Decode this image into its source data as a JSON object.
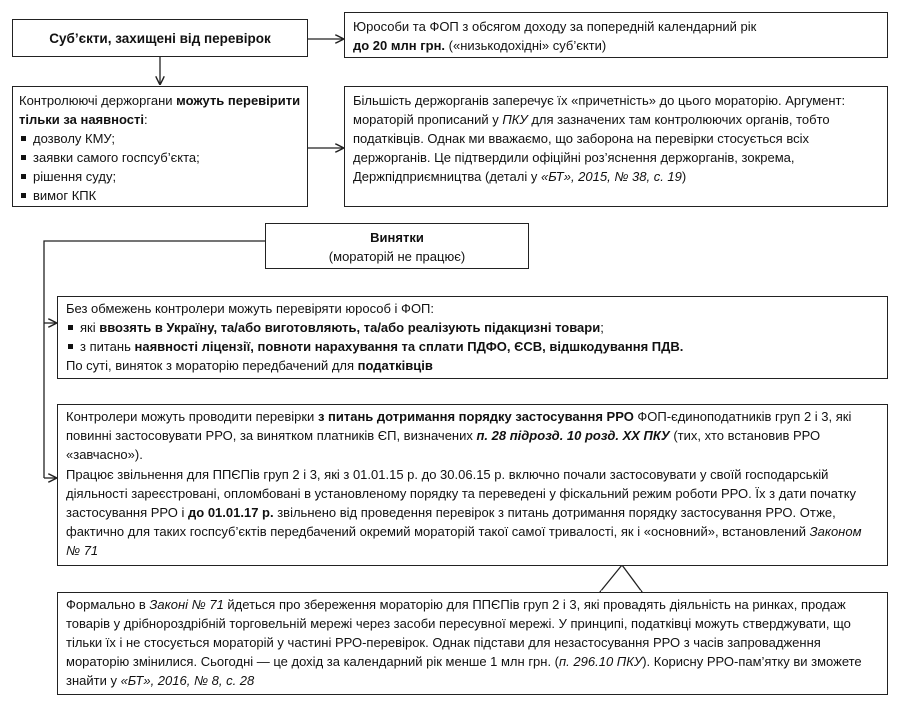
{
  "subjects_box": {
    "title": "Суб’єкти, захищені від перевірок"
  },
  "income_box": {
    "line1": "Юрособи та ФОП з обсягом доходу за попередній календарний рік",
    "line2_bold": "до 20 млн грн.",
    "line2_rest": " («низькодохідні» суб’єкти)"
  },
  "controllers_box": {
    "intro_plain": "Контролюючі держоргани ",
    "intro_bold": "можуть перевірити тільки за наявності",
    "intro_colon": ":",
    "items": [
      "дозволу КМУ;",
      "заявки самого госпсуб’єкта;",
      "рішення суду;",
      "вимог КПК"
    ]
  },
  "agencies_box": {
    "t1": "Більшість держорганів заперечує їх «причетність» до цього мораторію. Аргумент: мораторій прописаний у ",
    "t2_italic": "ПКУ",
    "t3": " для зазначених там контролюючих органів, тобто податківців. Однак ми вважаємо, що заборона на перевірки стосується всіх держорганів. Це підтвердили офіційні роз’яснення держорганів, зокрема, Держпідприємництва (деталі у ",
    "t4_italic": "«БТ», 2015, № 38, с. 19",
    "t5": ")"
  },
  "exceptions_box": {
    "title": "Винятки",
    "subtitle": "(мораторій не працює)"
  },
  "unlimited_box": {
    "intro": "Без обмежень контролери можуть перевіряти юрособ і ФОП:",
    "item1_pre": "які ",
    "item1_bold": "ввозять в Україну, та/або виготовляють, та/або реалізують підакцизні товари",
    "item1_post": ";",
    "item2_pre": "з питань ",
    "item2_bold": "наявності ліцензії, повноти нарахування та сплати ПДФО, ЄСВ, відшкодування ПДВ.",
    "outro_pre": "По суті, виняток з мораторію передбачений для ",
    "outro_bold": "податківців"
  },
  "rro_box": {
    "p1_a": "Контролери можуть проводити перевірки ",
    "p1_b_bold": "з питань дотримання порядку застосування РРО",
    "p1_c": " ФОП-єдиноподатників груп 2 і 3, які повинні застосовувати РРО, за винятком платників ЄП, визначених ",
    "p1_d_bolditalic": "п. 28 підрозд. 10 розд. ХХ ПКУ",
    "p1_e": " (тих, хто встановив РРО «завчасно»).",
    "p2_a": "Працює звільнення для ППЄПів груп 2 і 3, які з 01.01.15 р. до 30.06.15 р. включно почали застосовувати у своїй господарській діяльності зареєстровані, опломбовані в установленому порядку та переведені у фіскальний режим роботи РРО. Їх з дати початку застосування РРО і ",
    "p2_b_bold": "до 01.01.17 р.",
    "p2_c": " звільнено від проведення перевірок з питань дотримання порядку застосування РРО. Отже, фактично для таких госпсуб’єктів передбачений окремий мораторій такої самої тривалості, як і «основний», встановлений ",
    "p2_d_italic": "Законом № 71"
  },
  "note_box": {
    "a": "Формально в ",
    "b_italic": "Законі № 71",
    "c": " йдеться про збереження мораторію для ППЄПів груп 2 і 3, які провадять діяльність на ринках, продаж товарів у дрібнороздрібній торговельній мережі через засоби пересувної мережі. У принципі, податківці можуть стверджувати, що тільки їх і не стосується мораторій у частині РРО-перевірок. Однак підстави для незастосування РРО з часів запровадження мораторію змінилися. Сьогодні — це дохід за календарний рік менше 1 млн грн. (",
    "d_italic": "п. 296.10 ПКУ",
    "e": "). Корисну РРО-пам’ятку ви зможете знайти у ",
    "f_italic": "«БТ», 2016, № 8, с. 28"
  }
}
